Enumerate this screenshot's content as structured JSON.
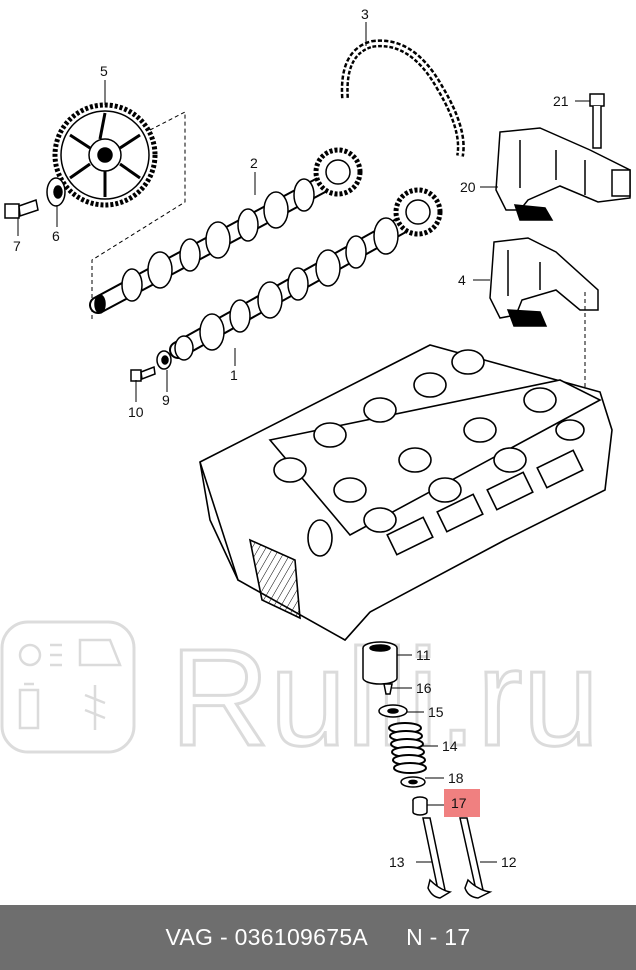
{
  "diagram": {
    "callouts": [
      {
        "id": "1",
        "label": "1"
      },
      {
        "id": "2",
        "label": "2"
      },
      {
        "id": "3",
        "label": "3"
      },
      {
        "id": "4",
        "label": "4"
      },
      {
        "id": "5",
        "label": "5"
      },
      {
        "id": "6",
        "label": "6"
      },
      {
        "id": "7",
        "label": "7"
      },
      {
        "id": "9",
        "label": "9"
      },
      {
        "id": "10",
        "label": "10"
      },
      {
        "id": "11",
        "label": "11"
      },
      {
        "id": "12",
        "label": "12"
      },
      {
        "id": "13",
        "label": "13"
      },
      {
        "id": "14",
        "label": "14"
      },
      {
        "id": "15",
        "label": "15"
      },
      {
        "id": "16",
        "label": "16"
      },
      {
        "id": "17",
        "label": "17"
      },
      {
        "id": "18",
        "label": "18"
      },
      {
        "id": "20",
        "label": "20"
      },
      {
        "id": "21",
        "label": "21"
      }
    ],
    "highlighted_callout": "17",
    "highlight_color": "#f08080",
    "watermark": {
      "text": "Rulli.ru",
      "color": "#d0d0d0"
    }
  },
  "footer": {
    "part_ref": "VAG - 036109675A",
    "position_ref": "N - 17",
    "background": "#6e6e6e"
  }
}
